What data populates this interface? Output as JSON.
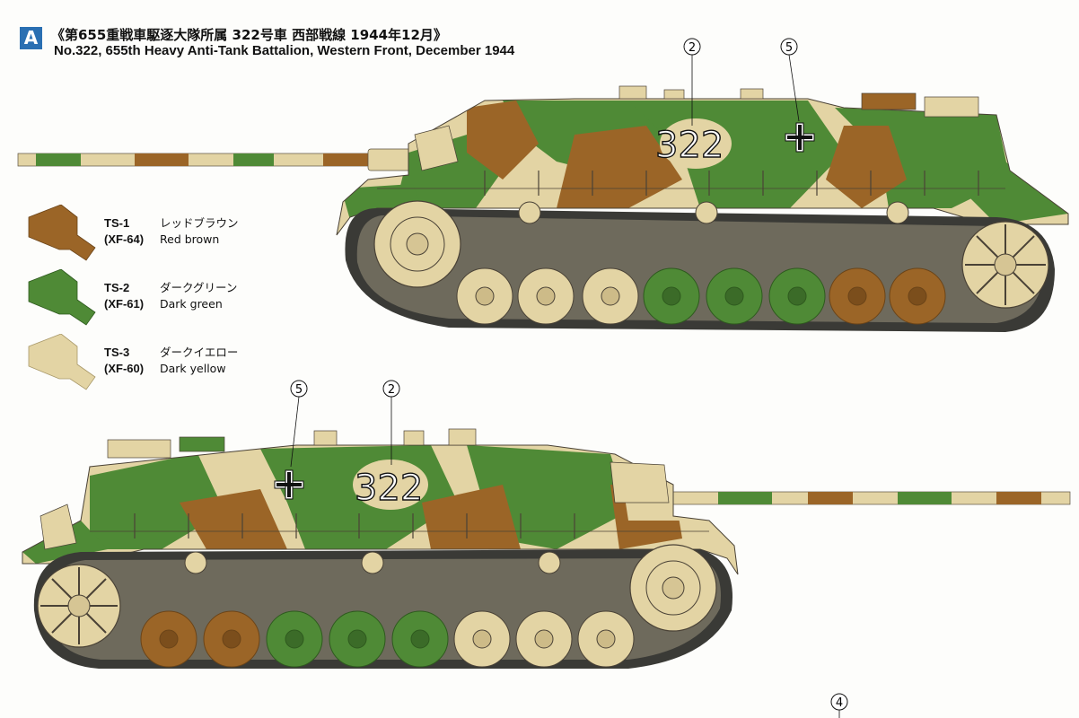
{
  "header": {
    "badge": "A",
    "title_jp": "《第655重戦車駆逐大隊所属 322号車 西部戦線 1944年12月》",
    "title_en": "No.322, 655th Heavy Anti-Tank Battalion, Western Front, December 1944"
  },
  "legend": [
    {
      "code": "TS-1",
      "paint": "(XF-64)",
      "name_jp": "レッドブラウン",
      "name_en": "Red brown",
      "color": "#9b6527"
    },
    {
      "code": "TS-2",
      "paint": "(XF-61)",
      "name_jp": "ダークグリーン",
      "name_en": "Dark green",
      "color": "#4f8a36"
    },
    {
      "code": "TS-3",
      "paint": "(XF-60)",
      "name_jp": "ダークイエロー",
      "name_en": "Dark yellow",
      "color": "#e3d4a4"
    }
  ],
  "vehicles": [
    {
      "view": "right-side",
      "hull_number": "322",
      "callouts": [
        "2",
        "5"
      ]
    },
    {
      "view": "left-side",
      "hull_number": "322",
      "callouts": [
        "5",
        "2"
      ]
    }
  ],
  "footer_callout": "4",
  "colors": {
    "green": "#4f8a36",
    "brown": "#9b6527",
    "yellow": "#e3d4a4",
    "track": "#3a3a36",
    "badge": "#2a6fb2"
  }
}
